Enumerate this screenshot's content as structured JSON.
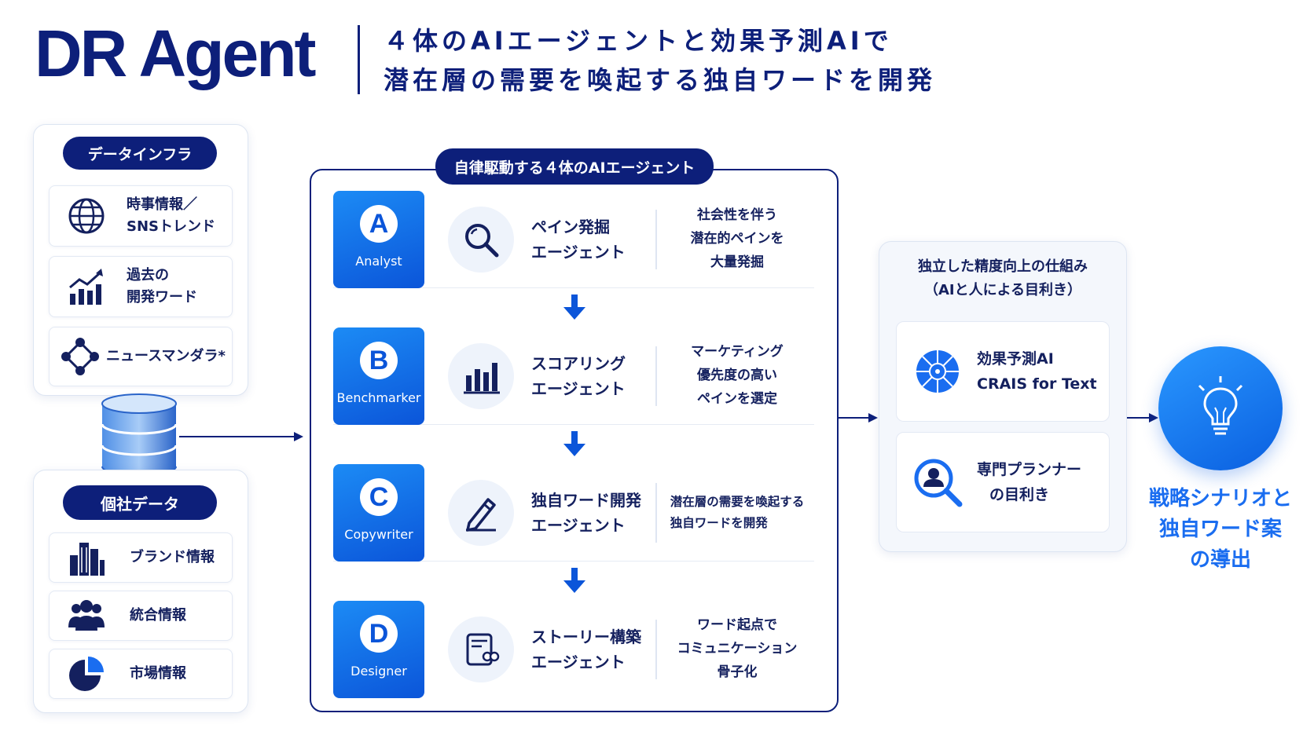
{
  "header": {
    "brand": "DR Agent",
    "headline_line1": "４体のAIエージェントと効果予測AIで",
    "headline_line2": "潜在層の需要を喚起する独自ワードを開発"
  },
  "data_infra": {
    "title": "データインフラ",
    "items": [
      {
        "line1": "時事情報／",
        "line2": "SNSトレンド",
        "icon": "globe-icon"
      },
      {
        "line1": "過去の",
        "line2": "開発ワード",
        "icon": "growth-chart-icon"
      },
      {
        "line1": "ニュースマンダラ*",
        "line2": "",
        "icon": "network-icon"
      }
    ]
  },
  "company_data": {
    "title": "個社データ",
    "items": [
      {
        "label": "ブランド情報",
        "icon": "building-icon"
      },
      {
        "label": "統合情報",
        "icon": "users-icon"
      },
      {
        "label": "市場情報",
        "icon": "pie-chart-icon"
      }
    ]
  },
  "agents_section": {
    "title": "自律駆動する４体のAIエージェント",
    "agents": [
      {
        "letter": "A",
        "role": "Analyst",
        "name1": "ペイン発掘",
        "name2": "エージェント",
        "desc1": "社会性を伴う",
        "desc2": "潜在的ペインを",
        "desc3": "大量発掘",
        "icon": "search-icon"
      },
      {
        "letter": "B",
        "role": "Benchmarker",
        "name1": "スコアリング",
        "name2": "エージェント",
        "desc1": "マーケティング",
        "desc2": "優先度の高い",
        "desc3": "ペインを選定",
        "icon": "bar-chart-icon"
      },
      {
        "letter": "C",
        "role": "Copywriter",
        "name1": "独自ワード開発",
        "name2": "エージェント",
        "desc1": "潜在層の需要を喚起する",
        "desc2": "独自ワードを開発",
        "desc3": "",
        "icon": "pencil-icon"
      },
      {
        "letter": "D",
        "role": "Designer",
        "name1": "ストーリー構築",
        "name2": "エージェント",
        "desc1": "ワード起点で",
        "desc2": "コミュニケーション",
        "desc3": "骨子化",
        "icon": "document-icon"
      }
    ]
  },
  "accuracy": {
    "title1": "独立した精度向上の仕組み",
    "title2": "（AIと人による目利き）",
    "cards": [
      {
        "line1": "効果予測AI",
        "line2": "CRAIS for Text",
        "icon": "brain-icon"
      },
      {
        "line1": "専門プランナー",
        "line2": "の目利き",
        "icon": "user-search-icon"
      }
    ]
  },
  "result": {
    "line1": "戦略シナリオと",
    "line2": "独自ワード案",
    "line3": "の導出",
    "icon": "lightbulb-icon"
  },
  "colors": {
    "navy": "#0d1f7a",
    "blue": "#1a6df0",
    "badge_blue": "#0b55d9"
  }
}
